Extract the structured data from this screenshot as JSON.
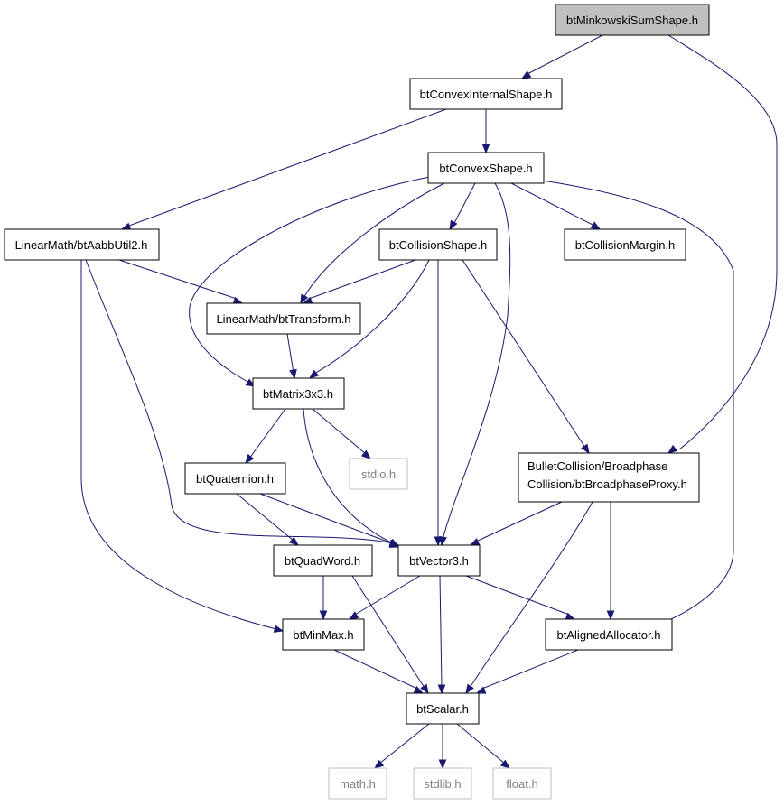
{
  "nodes": {
    "mink": "btMinkowskiSumShape.h",
    "cis": "btConvexInternalShape.h",
    "cs": "btConvexShape.h",
    "aabb": "LinearMath/btAabbUtil2.h",
    "col": "btCollisionShape.h",
    "margin": "btCollisionMargin.h",
    "trans": "LinearMath/btTransform.h",
    "mat": "btMatrix3x3.h",
    "stdio": "stdio.h",
    "bp_1": "BulletCollision/Broadphase",
    "bp_2": "Collision/btBroadphaseProxy.h",
    "quat": "btQuaternion.h",
    "qw": "btQuadWord.h",
    "vec": "btVector3.h",
    "minmax": "btMinMax.h",
    "align": "btAlignedAllocator.h",
    "scalar": "btScalar.h",
    "math": "math.h",
    "stdlib": "stdlib.h",
    "float": "float.h"
  },
  "colors": {
    "edge": "#191970",
    "root_fill": "#bfbfbf",
    "external_border": "#bfbfbf",
    "external_text": "#7f7f7f"
  }
}
